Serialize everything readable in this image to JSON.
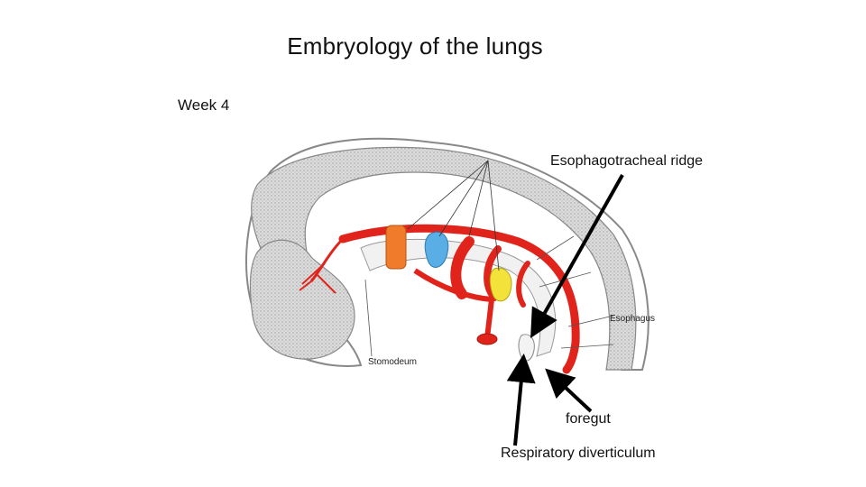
{
  "slide": {
    "title": "Embryology of the lungs",
    "subtitle": "Week 4"
  },
  "labels": {
    "esophagotracheal_ridge": "Esophagotracheal ridge",
    "foregut": "foregut",
    "respiratory_diverticulum": "Respiratory diverticulum"
  },
  "figure": {
    "stomodeum_label": "Stomodeum",
    "esophagus_label": "Esophagus"
  },
  "colors": {
    "artery_red": "#e0241b",
    "arch_orange": "#f07b2a",
    "arch_blue": "#5aaee6",
    "arch_yellow": "#f2e23a",
    "embryo_tissue": "#d9d9d9"
  }
}
